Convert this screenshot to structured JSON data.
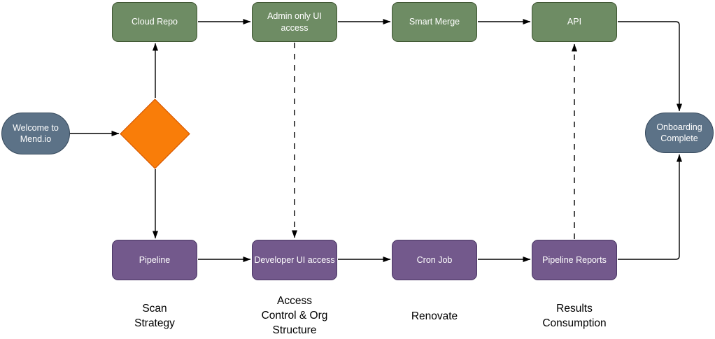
{
  "flow": {
    "start": {
      "label": "Welcome to\nMend.io"
    },
    "end": {
      "label": "Onboarding\nComplete"
    },
    "decision": {
      "shape": "diamond"
    },
    "top_row": [
      {
        "id": "cloud-repo",
        "label": "Cloud Repo"
      },
      {
        "id": "admin-only-ui-access",
        "label": "Admin only UI access"
      },
      {
        "id": "smart-merge",
        "label": "Smart Merge"
      },
      {
        "id": "api",
        "label": "API"
      }
    ],
    "bottom_row": [
      {
        "id": "pipeline",
        "label": "Pipeline"
      },
      {
        "id": "developer-ui-access",
        "label": "Developer UI access"
      },
      {
        "id": "cron-job",
        "label": "Cron Job"
      },
      {
        "id": "pipeline-reports",
        "label": "Pipeline Reports"
      }
    ],
    "section_labels": [
      {
        "label": "Scan\nStrategy"
      },
      {
        "label": "Access\nControl & Org\nStructure"
      },
      {
        "label": "Renovate"
      },
      {
        "label": "Results\nConsumption"
      }
    ],
    "edges": [
      {
        "from": "welcome-to-mend-io",
        "to": "decision",
        "style": "solid"
      },
      {
        "from": "decision",
        "to": "cloud-repo",
        "style": "solid"
      },
      {
        "from": "decision",
        "to": "pipeline",
        "style": "solid"
      },
      {
        "from": "cloud-repo",
        "to": "admin-only-ui-access",
        "style": "solid"
      },
      {
        "from": "admin-only-ui-access",
        "to": "smart-merge",
        "style": "solid"
      },
      {
        "from": "smart-merge",
        "to": "api",
        "style": "solid"
      },
      {
        "from": "api",
        "to": "onboarding-complete",
        "style": "solid"
      },
      {
        "from": "admin-only-ui-access",
        "to": "developer-ui-access",
        "style": "dashed"
      },
      {
        "from": "pipeline-reports",
        "to": "api",
        "style": "dashed"
      },
      {
        "from": "pipeline",
        "to": "developer-ui-access",
        "style": "solid"
      },
      {
        "from": "developer-ui-access",
        "to": "cron-job",
        "style": "solid"
      },
      {
        "from": "cron-job",
        "to": "pipeline-reports",
        "style": "solid"
      },
      {
        "from": "pipeline-reports",
        "to": "onboarding-complete",
        "style": "solid"
      }
    ]
  },
  "colors": {
    "stage_green_fill": "#6E8C64",
    "stage_green_stroke": "#3E5531",
    "stage_purple_fill": "#73598C",
    "stage_purple_stroke": "#4A3764",
    "terminal_fill": "#5C7287",
    "terminal_stroke": "#36495C",
    "decision_fill": "#F97D09",
    "decision_stroke": "#D35400",
    "edge_color": "#000000",
    "section_label_color": "#000000",
    "node_text_color": "#FFFFFF",
    "background": "#FFFFFF"
  }
}
